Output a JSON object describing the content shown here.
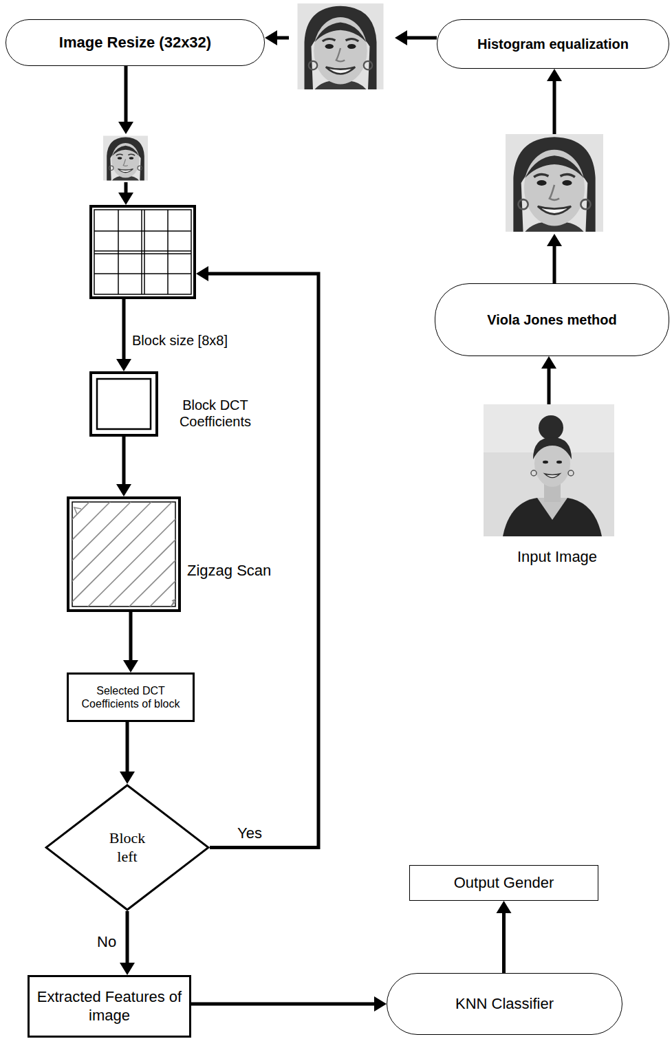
{
  "diagram": {
    "nodes": [
      {
        "text": [
          "Image Resize (32x32)"
        ]
      },
      {
        "text": [
          "Histogram equalization"
        ]
      },
      {
        "text": [
          "Block size [8x8]"
        ]
      },
      {
        "text": [
          "Block DCT Coefficients"
        ]
      },
      {
        "text": [
          "Viola Jones method"
        ]
      },
      {
        "text": [
          "Zigzag Scan"
        ]
      },
      {
        "text": [
          "Input Image"
        ]
      },
      {
        "text": [
          "Selected DCT Coefficients of block"
        ]
      },
      {
        "text": [
          "Block left"
        ]
      },
      {
        "text": [
          "Output Gender"
        ]
      },
      {
        "text": [
          "Extracted Features of image"
        ]
      },
      {
        "text": [
          "KNN Classifier"
        ]
      }
    ],
    "edges": [
      {
        "from": 6,
        "to": 4,
        "arrow": "to"
      },
      {
        "from": 4,
        "to": 1,
        "arrow": "to"
      },
      {
        "from": 1,
        "to": 0,
        "arrow": "to"
      },
      {
        "from": 0,
        "to": 2,
        "arrow": "to"
      },
      {
        "from": 2,
        "to": 3,
        "arrow": "to"
      },
      {
        "from": 3,
        "to": 5,
        "arrow": "to"
      },
      {
        "from": 5,
        "to": 7,
        "arrow": "to"
      },
      {
        "from": 7,
        "to": 8,
        "arrow": "to"
      },
      {
        "from": 8,
        "to": 2,
        "label": "Yes",
        "arrow": "to"
      },
      {
        "from": 8,
        "to": 10,
        "label": "No",
        "arrow": "to"
      },
      {
        "from": 10,
        "to": 11,
        "arrow": "to"
      },
      {
        "from": 11,
        "to": 9,
        "arrow": "to"
      }
    ]
  }
}
